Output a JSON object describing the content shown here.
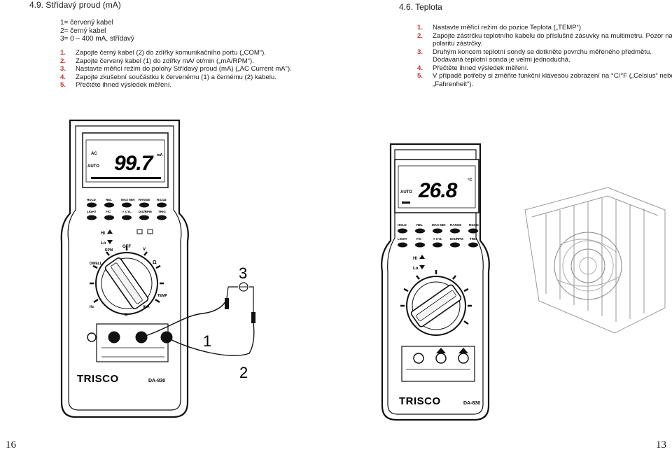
{
  "left": {
    "title": "4.9. Střídavý proud (mA)",
    "legend": [
      "1= červený kabel",
      "2= černý kabel",
      "3= 0 – 400 mA, střídavý"
    ],
    "steps": [
      {
        "num": "1.",
        "text": "Zapojte černý kabel (2) do zdířky komunikačního portu („COM“)."
      },
      {
        "num": "2.",
        "text": "Zapojte červený kabel (1) do zdířky mA/ ot/min („mA/RPM“)."
      },
      {
        "num": "3.",
        "text": "Nastavte měřicí režim do polohy Střídavý proud (mA) („AC Current mA“)."
      },
      {
        "num": "4.",
        "text": "Zapojte zkušební součástku k červenému (1) a černému (2) kabelu."
      },
      {
        "num": "5.",
        "text": "Přečtěte ihned výsledek měření."
      }
    ],
    "meter": {
      "display": "99.7",
      "unit": "mA",
      "mode": "AC",
      "auto": "AUTO",
      "brand": "TRISCO",
      "model": "DA-830",
      "buttons_row1": [
        "HOLD",
        "REL",
        "MAX MIN",
        "RANGE",
        "RS232"
      ],
      "buttons_row2": [
        "LIGHT",
        "F/C",
        "# CYL",
        "DIS/RPM",
        "TRIG"
      ],
      "dial_labels": [
        "OFF",
        "V",
        "Ω",
        "TEMP",
        "mA",
        "A",
        "RPM",
        "DWELL",
        "Hz"
      ],
      "hi": "Hi",
      "lo": "Lo",
      "callouts": [
        "1",
        "2",
        "3"
      ]
    }
  },
  "right": {
    "title": "4.6. Teplota",
    "steps": [
      {
        "num": "1.",
        "text": "Nastavte měřicí režim do pozice Teplota („TEMP“)"
      },
      {
        "num": "2.",
        "text": "Zapojte zástrčku teplotního kabelu do příslušné zásuvky na multimetru. Pozor na polaritu zástrčky."
      },
      {
        "num": "3.",
        "text": "Druhým koncem teplotní sondy se dotkněte povrchu měřeného předmětu. Dodávaná teplotní sonda je velmi jednoduchá."
      },
      {
        "num": "4.",
        "text": "Přečtěte ihned výsledek měření."
      },
      {
        "num": "5.",
        "text": "V případě potřeby si změňte funkční klávesou zobrazení na °C/°F („Celsius“ nebo „Fahrenheit“)."
      }
    ],
    "meter": {
      "display": "26.8",
      "unit": "°C",
      "auto": "AUTO",
      "brand": "TRISCO",
      "model": "DA-830",
      "buttons_row1": [
        "HOLD",
        "REL",
        "MAX MIN",
        "RANGE",
        "RS232"
      ],
      "buttons_row2": [
        "LIGHT",
        "F/C",
        "# CYL",
        "DIS/RPM",
        "TRIG"
      ],
      "hi": "Hi",
      "lo": "Lo"
    }
  },
  "page_numbers": {
    "left": "16",
    "right": "13"
  }
}
